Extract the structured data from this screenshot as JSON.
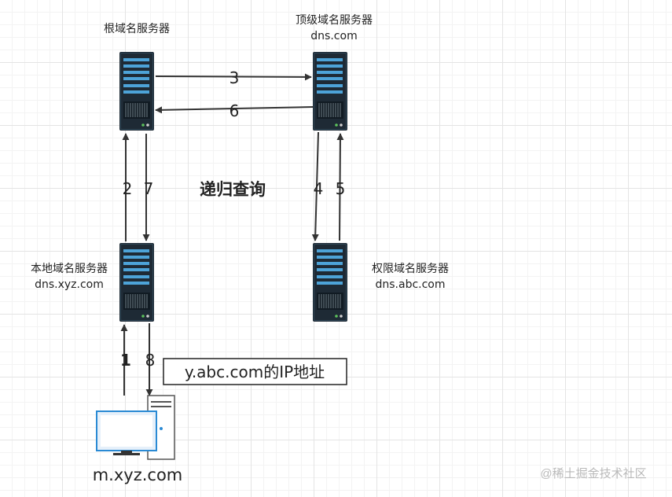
{
  "servers": {
    "root": {
      "name": "根域名服务器"
    },
    "tld": {
      "name": "顶级域名服务器",
      "domain": "dns.com"
    },
    "local": {
      "name": "本地域名服务器",
      "domain": "dns.xyz.com"
    },
    "authoritative": {
      "name": "权限域名服务器",
      "domain": "dns.abc.com"
    }
  },
  "client": {
    "name": "m.xyz.com"
  },
  "title": "递归查询",
  "result_box": "y.abc.com的IP地址",
  "steps": [
    "1",
    "2",
    "3",
    "4",
    "5",
    "6",
    "7",
    "8"
  ],
  "watermark": "@稀土掘金技术社区",
  "colors": {
    "server_body": "#1e2a35",
    "server_slot": "#4da3d8",
    "arrow": "#333333",
    "monitor_screen": "#e6f0fa",
    "monitor_bezel": "#2a8ad4"
  }
}
